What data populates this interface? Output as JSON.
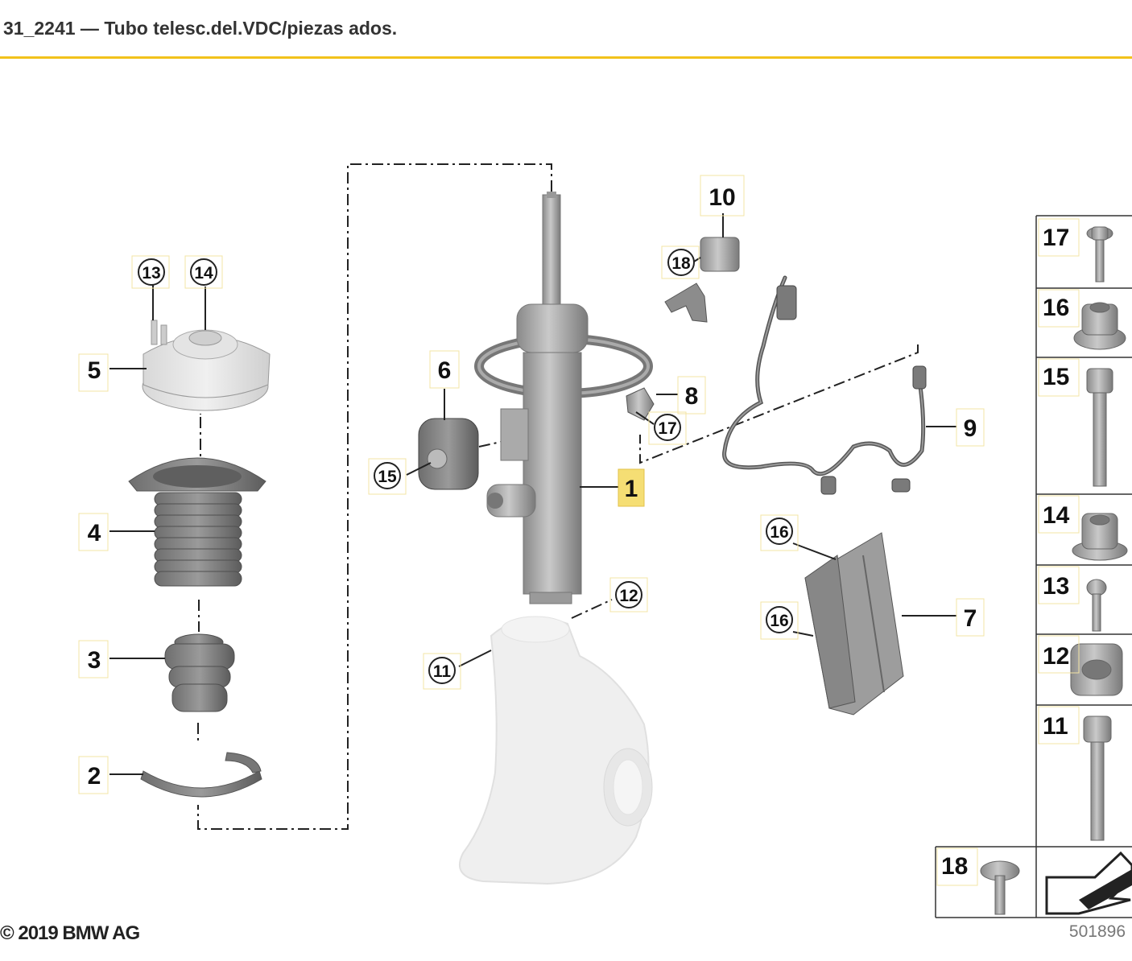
{
  "header": {
    "title": "31_2241 — Tubo telesc.del.VDC/piezas ados."
  },
  "callouts": {
    "c1": "1",
    "c2": "2",
    "c3": "3",
    "c4": "4",
    "c5": "5",
    "c6": "6",
    "c7": "7",
    "c8": "8",
    "c9": "9",
    "c10": "10",
    "r11": "11",
    "r12": "12",
    "r13": "13",
    "r14": "14",
    "r15": "15",
    "r16a": "16",
    "r16b": "16",
    "r17": "17",
    "r18": "18"
  },
  "hardware_legend": [
    "17",
    "16",
    "15",
    "14",
    "13",
    "12",
    "11",
    "18"
  ],
  "highlight_color": "#f5de74",
  "accent_color": "#f2c21b",
  "footer": {
    "copyright": "© 2019 BMW AG",
    "doc_number": "501896"
  }
}
